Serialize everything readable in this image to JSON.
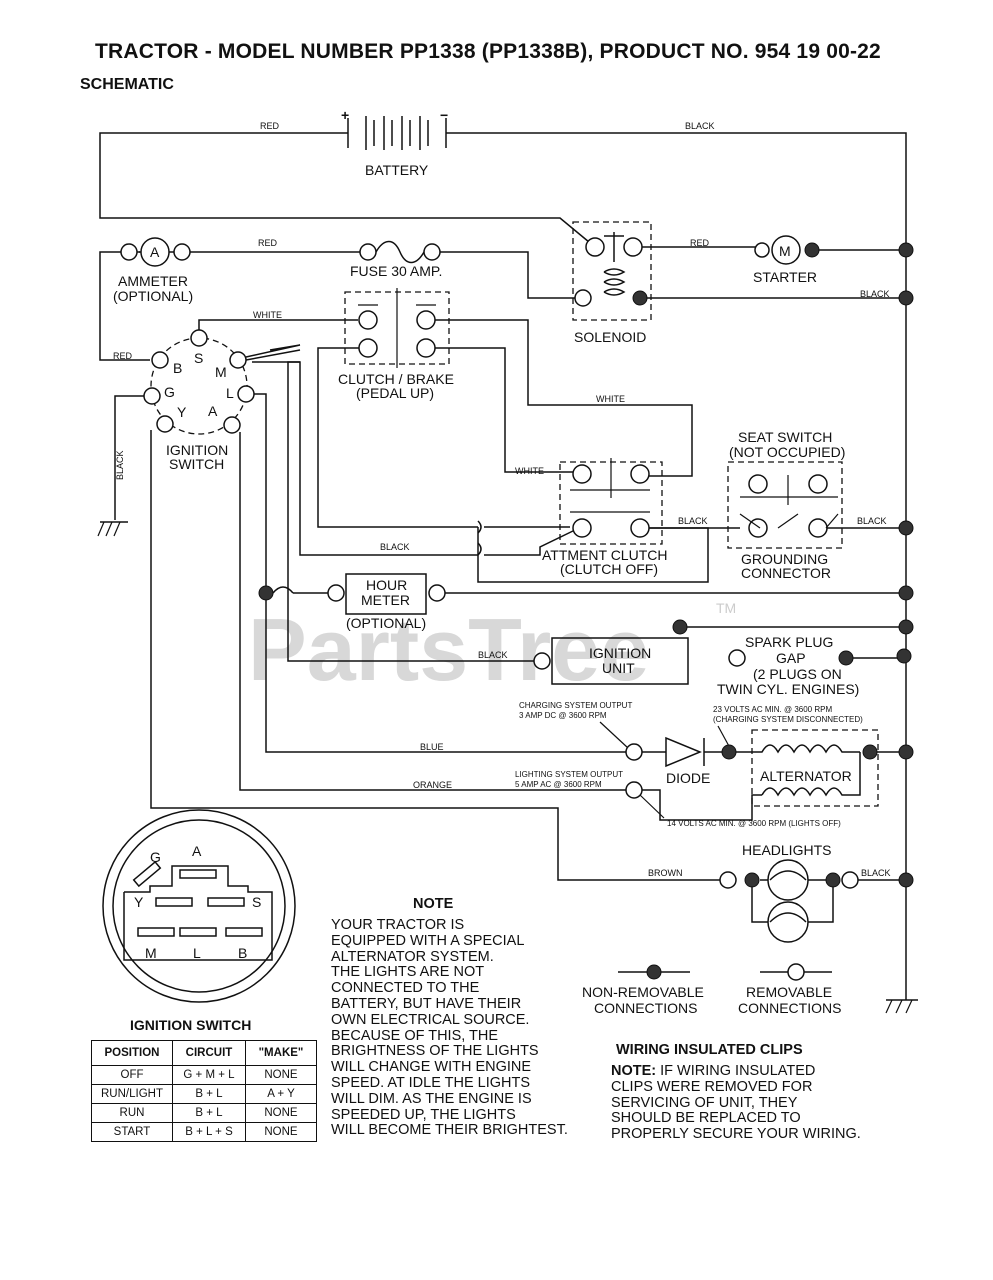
{
  "header": {
    "title": "TRACTOR - MODEL NUMBER PP1338 (PP1338B), PRODUCT NO. 954 19 00-22",
    "subtitle": "SCHEMATIC"
  },
  "components": {
    "battery": "BATTERY",
    "battery_plus": "+",
    "battery_minus": "−",
    "ammeter": [
      "AMMETER",
      "(OPTIONAL)"
    ],
    "ammeter_symbol": "A",
    "fuse": "FUSE 30 AMP.",
    "starter": "STARTER",
    "starter_symbol": "M",
    "solenoid": "SOLENOID",
    "clutch_brake": [
      "CLUTCH / BRAKE",
      "(PEDAL UP)"
    ],
    "ignition_switch": [
      "IGNITION",
      "SWITCH"
    ],
    "switch_terminals": [
      "B",
      "S",
      "M",
      "G",
      "L",
      "Y",
      "A"
    ],
    "seat_switch": [
      "SEAT SWITCH",
      "(NOT OCCUPIED)"
    ],
    "grounding_connector": [
      "GROUNDING",
      "CONNECTOR"
    ],
    "attachment_clutch": [
      "ATTMENT CLUTCH",
      "(CLUTCH OFF)"
    ],
    "hour_meter": [
      "HOUR",
      "METER"
    ],
    "hour_meter_optional": "(OPTIONAL)",
    "ignition_unit": [
      "IGNITION",
      "UNIT"
    ],
    "spark_plug": [
      "SPARK PLUG",
      "GAP",
      "(2 PLUGS ON",
      "TWIN CYL. ENGINES)"
    ],
    "charging_output": [
      "CHARGING SYSTEM OUTPUT",
      "3 AMP DC @ 3600 RPM"
    ],
    "volts_23": [
      "23 VOLTS AC MIN. @ 3600 RPM",
      "(CHARGING SYSTEM DISCONNECTED)"
    ],
    "diode": "DIODE",
    "alternator": "ALTERNATOR",
    "lighting_output": [
      "LIGHTING SYSTEM OUTPUT",
      "5 AMP AC @ 3600 RPM"
    ],
    "volts_14": "14 VOLTS AC MIN. @ 3600 RPM (LIGHTS OFF)",
    "headlights": "HEADLIGHTS"
  },
  "wire_labels": {
    "red": "RED",
    "black": "BLACK",
    "white": "WHITE",
    "blue": "BLUE",
    "orange": "ORANGE",
    "brown": "BROWN"
  },
  "watermark": "PartsTree",
  "watermark_tm": "TM",
  "switch_face_labels": {
    "top": [
      "G",
      "A"
    ],
    "middle": [
      "Y",
      "S"
    ],
    "bottom": [
      "M",
      "L",
      "B"
    ]
  },
  "legend": {
    "non_removable": [
      "NON-REMOVABLE",
      "CONNECTIONS"
    ],
    "removable": [
      "REMOVABLE",
      "CONNECTIONS"
    ]
  },
  "note": {
    "heading": "NOTE",
    "lines": [
      "YOUR TRACTOR IS",
      "EQUIPPED WITH A SPECIAL",
      "ALTERNATOR SYSTEM.",
      "THE LIGHTS ARE NOT",
      "CONNECTED TO THE",
      "BATTERY, BUT HAVE THEIR",
      "OWN ELECTRICAL SOURCE.",
      "BECAUSE OF THIS, THE",
      "BRIGHTNESS OF THE LIGHTS",
      "WILL CHANGE WITH ENGINE",
      "SPEED.  AT IDLE THE LIGHTS",
      "WILL DIM.  AS THE ENGINE IS",
      "SPEEDED UP, THE LIGHTS",
      "WILL BECOME THEIR BRIGHTEST."
    ]
  },
  "clips": {
    "heading": "WIRING INSULATED CLIPS",
    "note_label": "NOTE:",
    "lines": [
      " IF WIRING INSULATED",
      "CLIPS WERE REMOVED FOR",
      "SERVICING OF UNIT, THEY",
      "SHOULD BE REPLACED TO",
      "PROPERLY SECURE YOUR WIRING."
    ]
  },
  "ignition_table": {
    "title": "IGNITION SWITCH",
    "headers": [
      "POSITION",
      "CIRCUIT",
      "\"MAKE\""
    ],
    "rows": [
      [
        "OFF",
        "G + M + L",
        "NONE"
      ],
      [
        "RUN/LIGHT",
        "B + L",
        "A + Y"
      ],
      [
        "RUN",
        "B + L",
        "NONE"
      ],
      [
        "START",
        "B + L + S",
        "NONE"
      ]
    ]
  }
}
